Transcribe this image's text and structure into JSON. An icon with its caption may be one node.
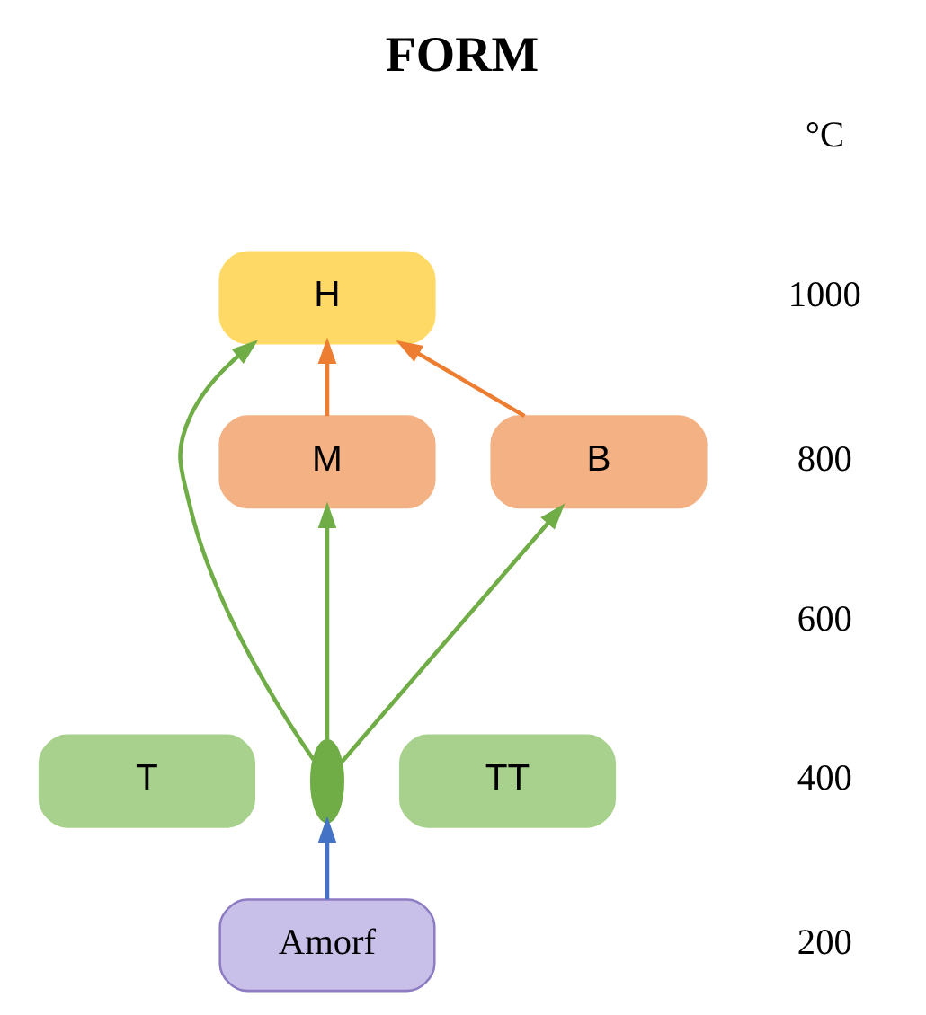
{
  "diagram": {
    "title": "FORM",
    "nodes": [
      {
        "text": [
          "H"
        ]
      },
      {
        "text": [
          "M"
        ]
      },
      {
        "text": [
          "B"
        ]
      },
      {
        "text": [
          "T"
        ]
      },
      {
        "text": [
          "TT"
        ]
      },
      {
        "text": [],
        "shape": "ellipse"
      },
      {
        "text": [
          "Amorf"
        ]
      }
    ],
    "edges": [
      {
        "from": 1,
        "to": 0,
        "arrow": "to",
        "color": "#ed7d31"
      },
      {
        "from": 2,
        "to": 0,
        "arrow": "to",
        "color": "#ed7d31"
      },
      {
        "from": 5,
        "to": 0,
        "arrow": "to"
      },
      {
        "from": 5,
        "to": 1,
        "arrow": "to"
      },
      {
        "from": 5,
        "to": 2,
        "arrow": "to"
      },
      {
        "from": 6,
        "to": 5,
        "arrow": "to",
        "color": "#4472c4"
      }
    ],
    "labels": [
      "°C",
      "1000",
      "800",
      "600",
      "400",
      "200"
    ]
  }
}
